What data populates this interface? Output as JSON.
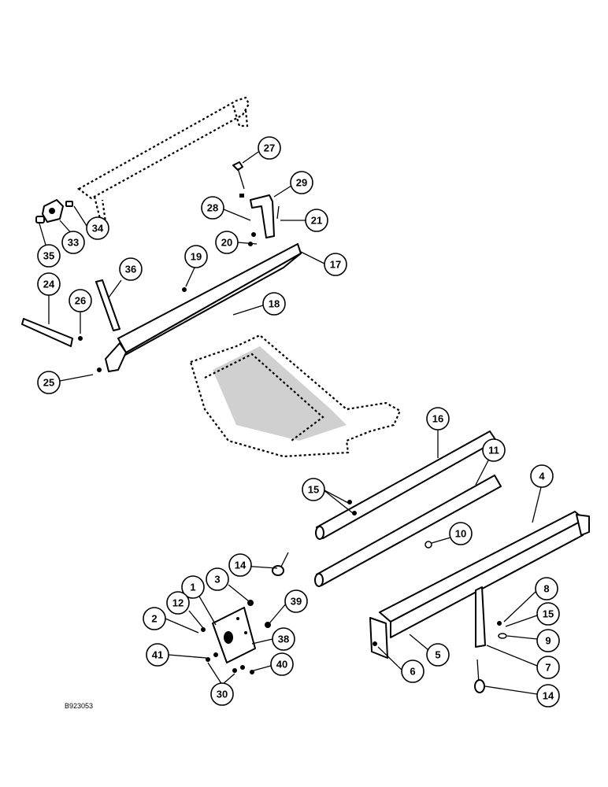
{
  "figure_ref": "B923053",
  "callouts": [
    {
      "id": "c27",
      "label": "27"
    },
    {
      "id": "c29",
      "label": "29"
    },
    {
      "id": "c28",
      "label": "28"
    },
    {
      "id": "c21",
      "label": "21"
    },
    {
      "id": "c34",
      "label": "34"
    },
    {
      "id": "c33",
      "label": "33"
    },
    {
      "id": "c35",
      "label": "35"
    },
    {
      "id": "c20",
      "label": "20"
    },
    {
      "id": "c17",
      "label": "17"
    },
    {
      "id": "c19",
      "label": "19"
    },
    {
      "id": "c36",
      "label": "36"
    },
    {
      "id": "c24",
      "label": "24"
    },
    {
      "id": "c26",
      "label": "26"
    },
    {
      "id": "c18",
      "label": "18"
    },
    {
      "id": "c25",
      "label": "25"
    },
    {
      "id": "c16",
      "label": "16"
    },
    {
      "id": "c11",
      "label": "11"
    },
    {
      "id": "c4",
      "label": "4"
    },
    {
      "id": "c15a",
      "label": "15"
    },
    {
      "id": "c10",
      "label": "10"
    },
    {
      "id": "c14a",
      "label": "14"
    },
    {
      "id": "c1",
      "label": "1"
    },
    {
      "id": "c3",
      "label": "3"
    },
    {
      "id": "c39",
      "label": "39"
    },
    {
      "id": "c12",
      "label": "12"
    },
    {
      "id": "c2",
      "label": "2"
    },
    {
      "id": "c38",
      "label": "38"
    },
    {
      "id": "c41",
      "label": "41"
    },
    {
      "id": "c40",
      "label": "40"
    },
    {
      "id": "c30",
      "label": "30"
    },
    {
      "id": "c8",
      "label": "8"
    },
    {
      "id": "c15b",
      "label": "15"
    },
    {
      "id": "c9",
      "label": "9"
    },
    {
      "id": "c5",
      "label": "5"
    },
    {
      "id": "c6",
      "label": "6"
    },
    {
      "id": "c7",
      "label": "7"
    },
    {
      "id": "c14b",
      "label": "14"
    }
  ]
}
